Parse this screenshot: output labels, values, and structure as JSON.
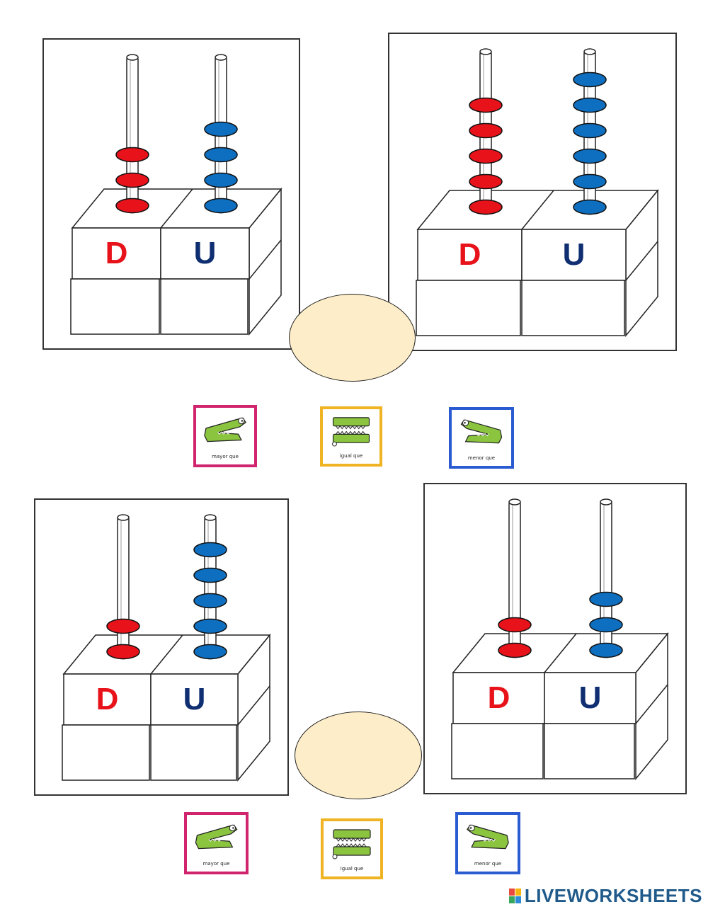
{
  "colors": {
    "tens_bead": "#e8121a",
    "units_bead": "#0e6fc0",
    "tens_label": "#e8121a",
    "units_label": "#0f2f72",
    "answer_ellipse": "#fdedc8",
    "mayor_border": "#d1246e",
    "igual_border": "#f0b323",
    "menor_border": "#2a5bd0",
    "croc_green": "#8bc53f",
    "brand": "#1f5a8a"
  },
  "labels": {
    "tens": "D",
    "units": "U"
  },
  "abacuses": [
    {
      "name": "top-left",
      "tens_beads": 3,
      "units_beads": 4,
      "tens_answer": "",
      "units_answer": ""
    },
    {
      "name": "top-right",
      "tens_beads": 5,
      "units_beads": 6,
      "tens_answer": "",
      "units_answer": ""
    },
    {
      "name": "bottom-left",
      "tens_beads": 2,
      "units_beads": 5,
      "tens_answer": "",
      "units_answer": ""
    },
    {
      "name": "bottom-right",
      "tens_beads": 2,
      "units_beads": 3,
      "tens_answer": "",
      "units_answer": ""
    }
  ],
  "choices": {
    "mayor": {
      "label": "mayor que",
      "icon": "crocodile-mouth-right-icon"
    },
    "igual": {
      "label": "igual que",
      "icon": "crocodile-closed-icon"
    },
    "menor": {
      "label": "menor que",
      "icon": "crocodile-mouth-left-icon"
    }
  },
  "brand": {
    "text": "LIVEWORKSHEETS"
  }
}
